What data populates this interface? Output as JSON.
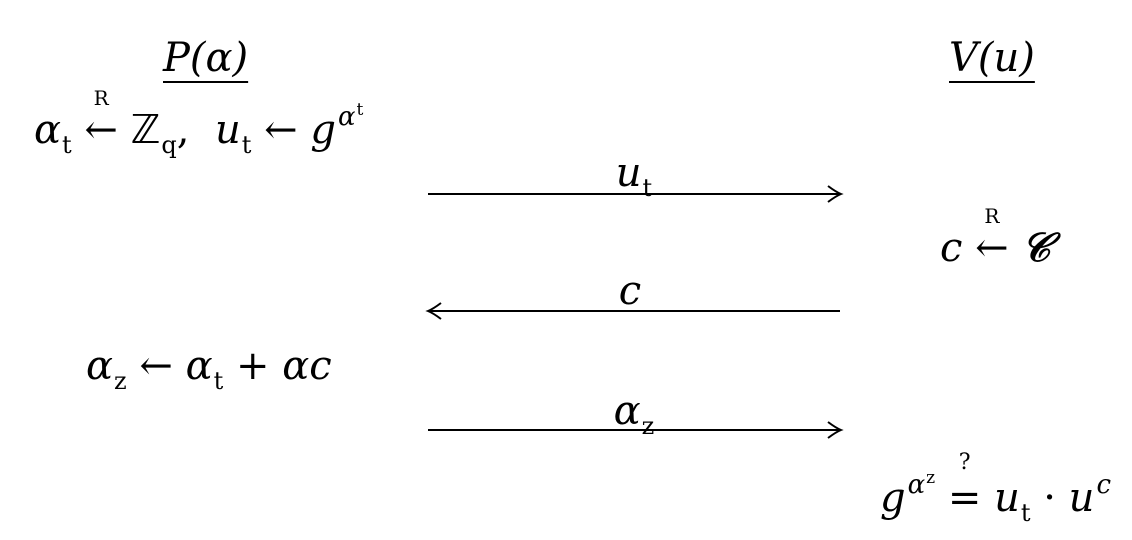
{
  "prover": {
    "title": "P(α)"
  },
  "verifier": {
    "title": "V(u)"
  },
  "steps": {
    "prover_commit": {
      "alpha": "α",
      "alpha_sub": "t",
      "sample_mark": "R",
      "group": "ℤ",
      "group_sub": "q",
      "sep": ",",
      "u": "u",
      "u_sub": "t",
      "assign": "←",
      "g": "g",
      "exp": "α",
      "exp_sub": "t"
    },
    "msg1": {
      "var": "u",
      "sub": "t"
    },
    "verifier_challenge": {
      "c": "c",
      "sample_mark": "R",
      "set": "𝒞"
    },
    "msg2": {
      "var": "c"
    },
    "prover_response": {
      "alpha": "α",
      "alpha_sub": "z",
      "assign": "←",
      "rhs_alpha": "α",
      "rhs_sub": "t",
      "plus": "+",
      "rhs_tail": "αc"
    },
    "msg3": {
      "var": "α",
      "sub": "z"
    },
    "verifier_check": {
      "g": "g",
      "exp": "α",
      "exp_sub": "z",
      "qmark": "?",
      "eq": "=",
      "u": "u",
      "u_sub": "t",
      "dot": "·",
      "u2": "u",
      "exp2": "c"
    }
  }
}
